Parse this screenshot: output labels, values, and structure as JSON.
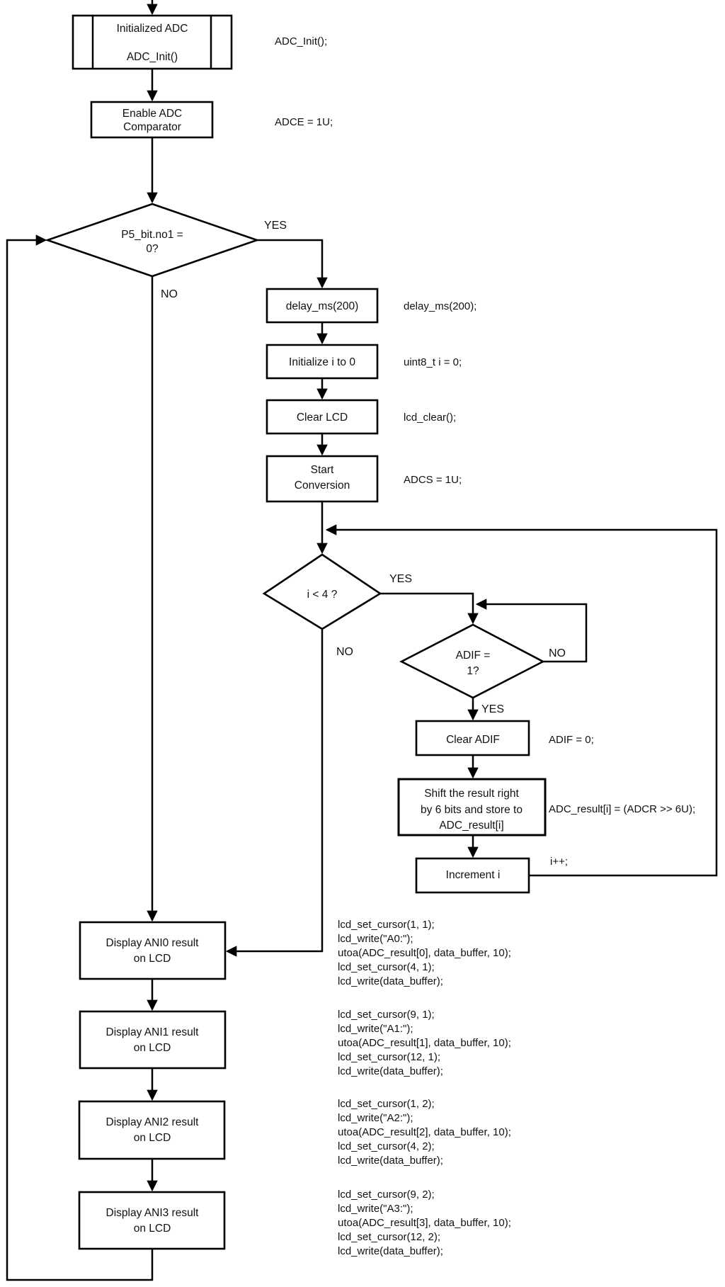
{
  "diagram": {
    "colors": {
      "background": "#ffffff",
      "line": "#000000",
      "text": "#111111"
    },
    "nodes": {
      "init_adc": {
        "type": "predefined-process",
        "text_lines": [
          "Initialized ADC",
          "ADC_Init()"
        ],
        "annotation": "ADC_Init();"
      },
      "enable_adc_comparator": {
        "type": "process",
        "text_lines": [
          "Enable ADC",
          "Comparator"
        ],
        "annotation": "ADCE = 1U;"
      },
      "p5_check": {
        "type": "decision",
        "text_lines": [
          "P5_bit.no1 =",
          "0?"
        ],
        "yes_label": "YES",
        "no_label": "NO"
      },
      "delay_ms": {
        "type": "process",
        "text_lines": [
          "delay_ms(200)"
        ],
        "annotation": "delay_ms(200);"
      },
      "initialize_i": {
        "type": "process",
        "text_lines": [
          "Initialize i to 0"
        ],
        "annotation": "uint8_t i = 0;"
      },
      "clear_lcd": {
        "type": "process",
        "text_lines": [
          "Clear LCD"
        ],
        "annotation": "lcd_clear();"
      },
      "start_conversion": {
        "type": "process",
        "text_lines": [
          "Start",
          "Conversion"
        ],
        "annotation": "ADCS = 1U;"
      },
      "i_less_than_4": {
        "type": "decision",
        "text_lines": [
          "i < 4 ?"
        ],
        "yes_label": "YES",
        "no_label": "NO"
      },
      "adif_check": {
        "type": "decision",
        "text_lines": [
          "ADIF =",
          "1?"
        ],
        "yes_label": "YES",
        "no_label": "NO"
      },
      "clear_adif": {
        "type": "process",
        "text_lines": [
          "Clear ADIF"
        ],
        "annotation": "ADIF = 0;"
      },
      "shift_result": {
        "type": "process",
        "text_lines": [
          "Shift the result right",
          "by 6 bits and store to",
          "ADC_result[i]"
        ],
        "annotation": "ADC_result[i] = (ADCR >> 6U);"
      },
      "increment_i": {
        "type": "process",
        "text_lines": [
          "Increment i"
        ],
        "annotation": "i++;"
      },
      "display_ani0": {
        "type": "process",
        "text_lines": [
          "Display ANI0 result",
          "on LCD"
        ]
      },
      "display_ani1": {
        "type": "process",
        "text_lines": [
          "Display ANI1 result",
          "on LCD"
        ]
      },
      "display_ani2": {
        "type": "process",
        "text_lines": [
          "Display ANI2 result",
          "on LCD"
        ]
      },
      "display_ani3": {
        "type": "process",
        "text_lines": [
          "Display ANI3 result",
          "on LCD"
        ]
      }
    },
    "code_blocks": {
      "ani0": {
        "lines": [
          "lcd_set_cursor(1, 1);",
          "lcd_write(\"A0:\");",
          "utoa(ADC_result[0], data_buffer, 10);",
          "lcd_set_cursor(4, 1);",
          "lcd_write(data_buffer);"
        ]
      },
      "ani1": {
        "lines": [
          "lcd_set_cursor(9, 1);",
          "lcd_write(\"A1:\");",
          "utoa(ADC_result[1], data_buffer, 10);",
          "lcd_set_cursor(12, 1);",
          "lcd_write(data_buffer);"
        ]
      },
      "ani2": {
        "lines": [
          "lcd_set_cursor(1, 2);",
          "lcd_write(\"A2:\");",
          "utoa(ADC_result[2], data_buffer, 10);",
          "lcd_set_cursor(4, 2);",
          "lcd_write(data_buffer);"
        ]
      },
      "ani3": {
        "lines": [
          "lcd_set_cursor(9, 2);",
          "lcd_write(\"A3:\");",
          "utoa(ADC_result[3], data_buffer, 10);",
          "lcd_set_cursor(12, 2);",
          "lcd_write(data_buffer);"
        ]
      }
    }
  }
}
